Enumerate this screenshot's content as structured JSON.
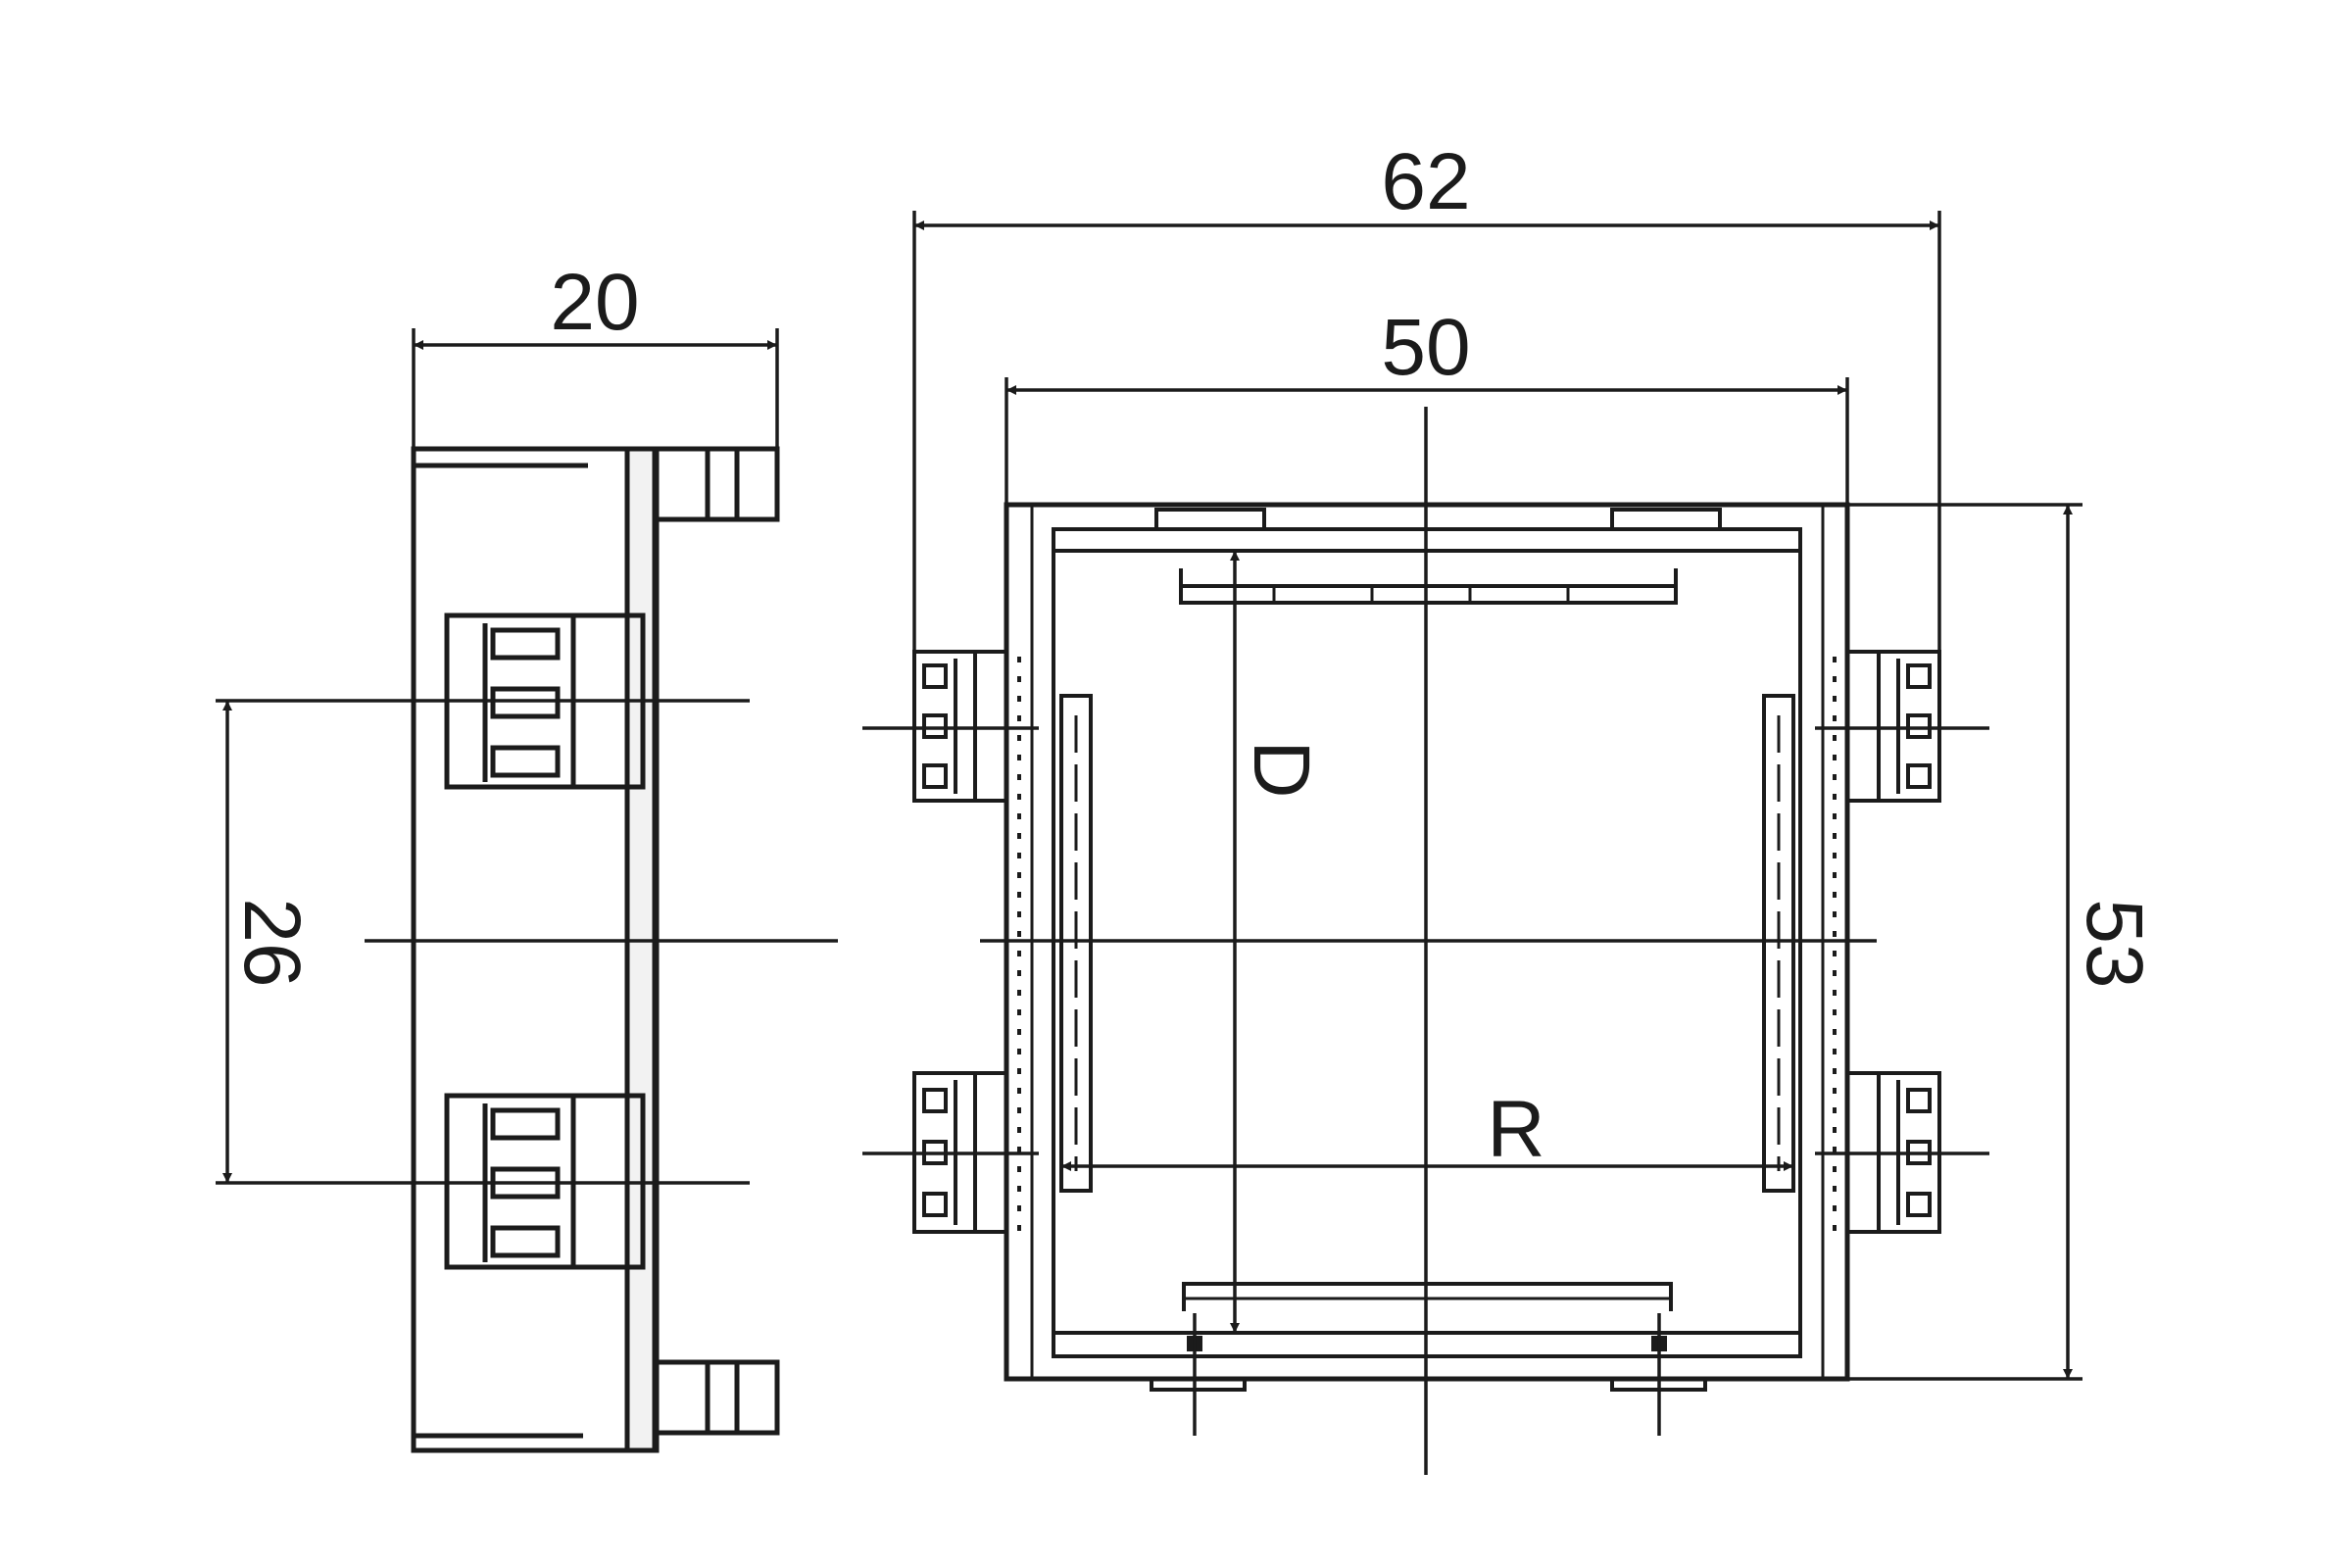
{
  "diagram": {
    "side_view": {
      "width_label": "20",
      "height_label": "26"
    },
    "front_view": {
      "outer_width_label": "62",
      "inner_width_label": "50",
      "height_label": "53",
      "window_height_label": "D",
      "window_width_label": "R"
    },
    "colors": {
      "line": "#1b1b1b",
      "background": "#ffffff"
    }
  }
}
